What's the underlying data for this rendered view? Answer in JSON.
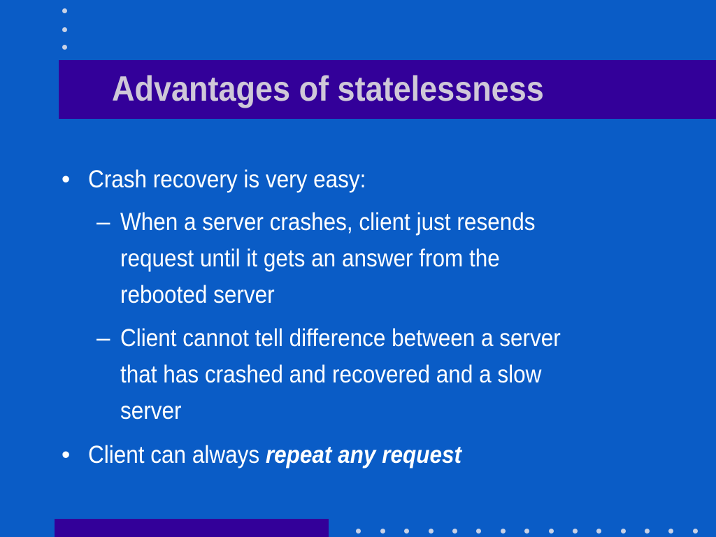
{
  "slide": {
    "title": "Advantages of statelessness",
    "bullets": [
      {
        "marker": "•",
        "text": "Crash recovery is very easy:",
        "sub": [
          {
            "marker": "–",
            "lines": [
              "When a server crashes, client just resends",
              "request until it gets an answer from the",
              "rebooted server"
            ]
          },
          {
            "marker": "–",
            "lines": [
              "Client cannot tell difference between a server",
              "that has crashed and recovered and a slow",
              "server"
            ]
          }
        ]
      },
      {
        "marker": "•",
        "text": "Client can always ",
        "emphasis": "repeat any request"
      }
    ]
  },
  "colors": {
    "background": "#0a5cc6",
    "band": "#330099",
    "title_text": "#cfc8d8",
    "body_text": "#ffffff",
    "dots": "#c8d2e6"
  }
}
